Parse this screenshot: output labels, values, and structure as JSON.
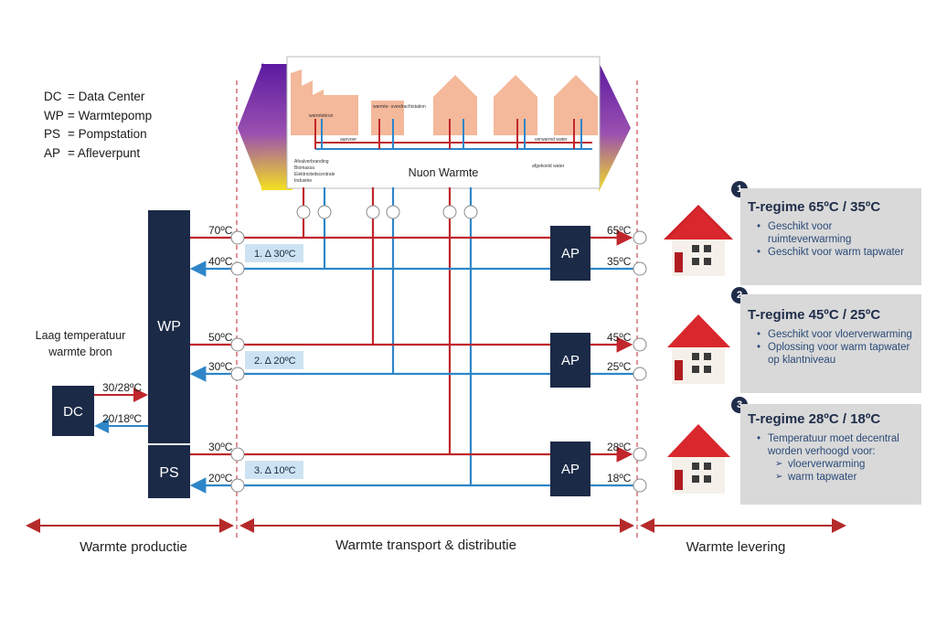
{
  "legend": [
    {
      "abbr": "DC",
      "text": "= Data Center"
    },
    {
      "abbr": "WP",
      "text": "= Warmtepomp"
    },
    {
      "abbr": "PS",
      "text": "= Pompstation"
    },
    {
      "abbr": "AP",
      "text": "= Afleverpunt"
    }
  ],
  "source": {
    "label_line1": "Laag temperatuur",
    "label_line2": "warmte bron",
    "dc": "DC",
    "supply_temp": "30/28ºC",
    "return_temp": "20/18ºC"
  },
  "wp": "WP",
  "ps": "PS",
  "ap": "AP",
  "network_label": "Nuon Warmte",
  "factory_labels": {
    "a": "warmtebron",
    "b": "warmte- overdrachtstation",
    "c": "aanvoer",
    "d": "verwarmd water",
    "e": "afgekoeld water"
  },
  "factory_sources": [
    "Afvalverbranding",
    "Biomassa",
    "Elektriciteitscentrale",
    "Industrie"
  ],
  "circuits": [
    {
      "supply_in": "70ºC",
      "return_in": "40ºC",
      "delta": "1. Δ 30ºC",
      "supply_out": "65ºC",
      "return_out": "35ºC"
    },
    {
      "supply_in": "50ºC",
      "return_in": "30ºC",
      "delta": "2. Δ 20ºC",
      "supply_out": "45ºC",
      "return_out": "25ºC"
    },
    {
      "supply_in": "30ºC",
      "return_in": "20ºC",
      "delta": "3. Δ 10ºC",
      "supply_out": "28ºC",
      "return_out": "18ºC"
    }
  ],
  "regimes": [
    {
      "number": "1",
      "title": "T-regime 65ºC / 35ºC",
      "items": [
        "Geschikt voor ruimteverwarming",
        "Geschikt voor warm tapwater"
      ],
      "subitems": []
    },
    {
      "number": "2",
      "title": "T-regime 45ºC / 25ºC",
      "items": [
        "Geschikt voor vloerverwarming",
        "Oplossing voor warm tapwater op klantniveau"
      ],
      "subitems": []
    },
    {
      "number": "3",
      "title": "T-regime 28ºC / 18ºC",
      "items": [
        "Temperatuur moet decentral worden verhoogd voor:"
      ],
      "subitems": [
        "vloerverwarming",
        "warm tapwater"
      ]
    }
  ],
  "sections": {
    "production": "Warmte productie",
    "transport": "Warmte transport & distributie",
    "delivery": "Warmte levering"
  },
  "colors": {
    "supply": "#c0262c",
    "return": "#2e86c8",
    "dark_box": "#1b2a47",
    "panel": "#d9d9d9",
    "delta_box": "#cde3f3"
  }
}
